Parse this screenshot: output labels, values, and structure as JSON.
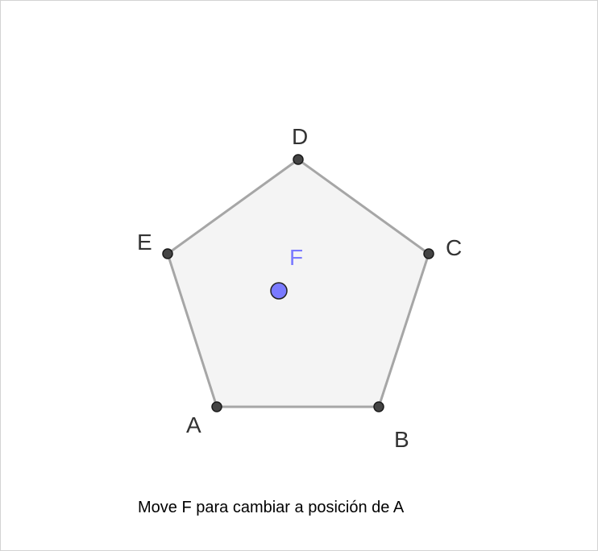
{
  "canvas": {
    "caption": "Move F para cambiar a posición de A"
  },
  "polygon": {
    "fill": "#f4f4f4",
    "stroke": "#a6a6a6"
  },
  "points": {
    "A": {
      "label": "A"
    },
    "B": {
      "label": "B"
    },
    "C": {
      "label": "C"
    },
    "D": {
      "label": "D"
    },
    "E": {
      "label": "E"
    },
    "F": {
      "label": "F",
      "color": "#7a7aff"
    }
  },
  "colors": {
    "vertex_fill": "#444444",
    "vertex_stroke": "#1a1a1a",
    "label": "#333333"
  }
}
